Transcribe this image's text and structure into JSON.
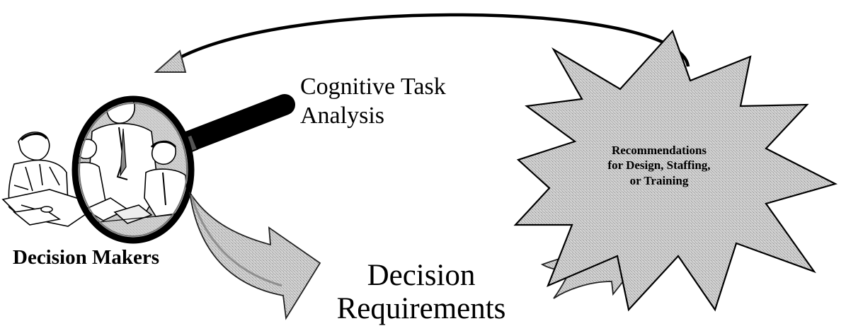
{
  "diagram": {
    "labels": {
      "cognitive_task_analysis_line1": "Cognitive Task",
      "cognitive_task_analysis_line2": "Analysis",
      "decision_makers": "Decision Makers",
      "decision_requirements_line1": "Decision",
      "decision_requirements_line2": "Requirements",
      "recommendations_line1": "Recommendations",
      "recommendations_line2": "for Design, Staffing,",
      "recommendations_line3": "or Training"
    },
    "icons": [
      "magnifying-glass-icon",
      "people-at-table-illustration",
      "curved-arrow-down-icon",
      "curved-arrow-right-icon",
      "starburst-shape",
      "feedback-arc-arrow-icon"
    ],
    "colors": {
      "shape_fill": "#c4c4c4",
      "shape_stroke": "#000000",
      "text": "#000000"
    }
  }
}
